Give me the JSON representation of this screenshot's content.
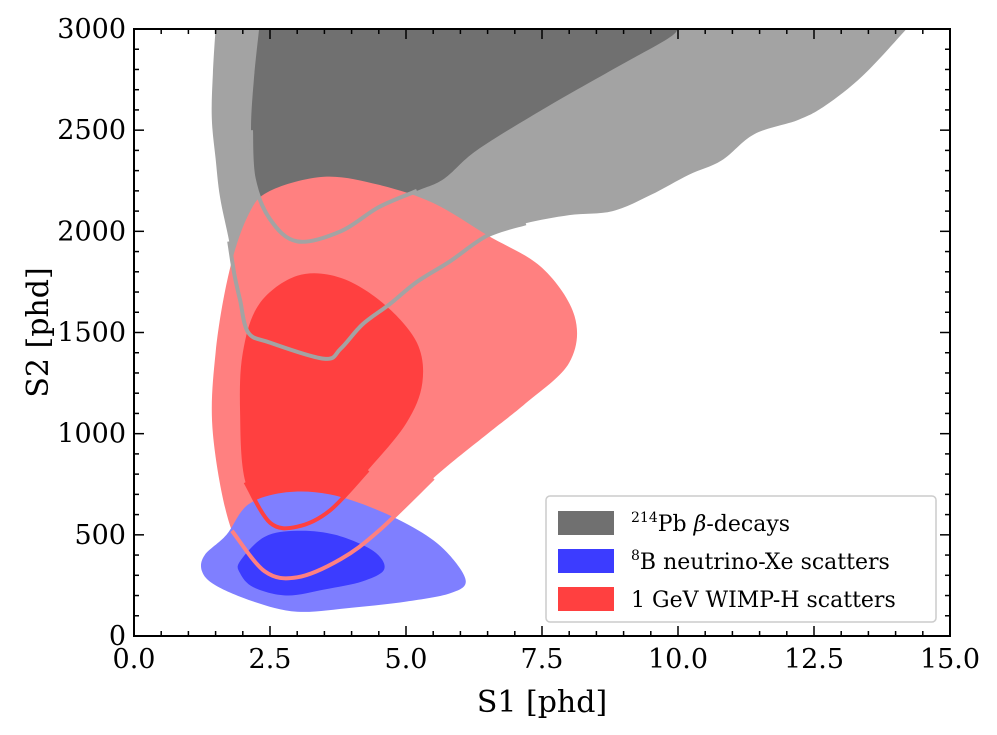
{
  "chart_data": {
    "type": "contour",
    "xlabel": "S1 [phd]",
    "ylabel": "S2 [phd]",
    "xlim": [
      0,
      15
    ],
    "ylim": [
      0,
      3000
    ],
    "x_ticks": [
      "0.0",
      "2.5",
      "5.0",
      "7.5",
      "10.0",
      "12.5",
      "15.0"
    ],
    "y_ticks": [
      "0",
      "500",
      "1000",
      "1500",
      "2000",
      "2500",
      "3000"
    ],
    "legend_position": "lower-right",
    "legend": [
      {
        "sup": "214",
        "main": "Pb ",
        "greek": "β",
        "rest": "-decays",
        "color": "#707070"
      },
      {
        "sup": "8",
        "main": "B neutrino-Xe scatters",
        "greek": "",
        "rest": "",
        "color": "#3c3cff"
      },
      {
        "sup": "",
        "main": "1 GeV WIMP-H scatters",
        "greek": "",
        "rest": "",
        "color": "#ff4040"
      }
    ],
    "series": [
      {
        "name": "214Pb β-decays",
        "color_inner": "#707070",
        "color_outer": "#a3a3a3",
        "outer_contour": [
          [
            1.5,
            3000
          ],
          [
            1.45,
            2780
          ],
          [
            1.43,
            2560
          ],
          [
            1.5,
            2360
          ],
          [
            1.58,
            2170
          ],
          [
            1.75,
            1950
          ],
          [
            1.85,
            1780
          ],
          [
            1.95,
            1660
          ],
          [
            2.1,
            1500
          ],
          [
            2.5,
            1450
          ],
          [
            3.5,
            1370
          ],
          [
            3.8,
            1420
          ],
          [
            4.2,
            1540
          ],
          [
            4.7,
            1640
          ],
          [
            5.2,
            1750
          ],
          [
            5.8,
            1850
          ],
          [
            6.5,
            1980
          ],
          [
            7.2,
            2040
          ],
          [
            8.0,
            2080
          ],
          [
            8.8,
            2100
          ],
          [
            9.5,
            2180
          ],
          [
            10.2,
            2280
          ],
          [
            10.8,
            2350
          ],
          [
            11.4,
            2480
          ],
          [
            12.2,
            2550
          ],
          [
            12.7,
            2620
          ],
          [
            13.4,
            2770
          ],
          [
            14.2,
            3000
          ]
        ],
        "inner_contour": [
          [
            2.3,
            3000
          ],
          [
            2.2,
            2740
          ],
          [
            2.15,
            2500
          ],
          [
            2.2,
            2260
          ],
          [
            2.5,
            2060
          ],
          [
            3.0,
            1950
          ],
          [
            3.8,
            2000
          ],
          [
            4.5,
            2120
          ],
          [
            5.2,
            2200
          ],
          [
            5.7,
            2260
          ],
          [
            6.3,
            2400
          ],
          [
            7.5,
            2600
          ],
          [
            8.8,
            2800
          ],
          [
            9.8,
            2950
          ],
          [
            10.0,
            3000
          ]
        ]
      },
      {
        "name": "1 GeV WIMP-H scatters",
        "color_inner": "#ff4040",
        "color_outer": "#ff8080",
        "outer_contour": [
          [
            2.5,
            2200
          ],
          [
            3.5,
            2270
          ],
          [
            4.5,
            2230
          ],
          [
            5.5,
            2140
          ],
          [
            6.5,
            1980
          ],
          [
            7.5,
            1820
          ],
          [
            8.1,
            1580
          ],
          [
            8.0,
            1350
          ],
          [
            7.2,
            1150
          ],
          [
            6.5,
            1000
          ],
          [
            5.5,
            780
          ],
          [
            4.5,
            520
          ],
          [
            3.8,
            380
          ],
          [
            3.0,
            290
          ],
          [
            2.4,
            320
          ],
          [
            1.8,
            520
          ],
          [
            1.45,
            1000
          ],
          [
            1.5,
            1400
          ],
          [
            1.75,
            1800
          ],
          [
            2.1,
            2080
          ]
        ],
        "inner_contour": [
          [
            3.0,
            1780
          ],
          [
            3.8,
            1770
          ],
          [
            4.6,
            1640
          ],
          [
            5.2,
            1450
          ],
          [
            5.3,
            1250
          ],
          [
            5.0,
            1050
          ],
          [
            4.3,
            820
          ],
          [
            3.6,
            620
          ],
          [
            3.0,
            540
          ],
          [
            2.5,
            560
          ],
          [
            2.05,
            760
          ],
          [
            1.95,
            1100
          ],
          [
            2.0,
            1400
          ],
          [
            2.3,
            1640
          ]
        ]
      },
      {
        "name": "8B neutrino-Xe scatters",
        "color_inner": "#3c3cff",
        "color_outer": "#7f7fff",
        "outer_contour": [
          [
            1.3,
            400
          ],
          [
            1.7,
            500
          ],
          [
            2.1,
            650
          ],
          [
            2.8,
            710
          ],
          [
            3.6,
            700
          ],
          [
            4.5,
            620
          ],
          [
            5.3,
            510
          ],
          [
            5.8,
            400
          ],
          [
            6.1,
            270
          ],
          [
            5.8,
            210
          ],
          [
            5.0,
            170
          ],
          [
            4.0,
            140
          ],
          [
            3.0,
            120
          ],
          [
            2.2,
            170
          ],
          [
            1.5,
            250
          ],
          [
            1.25,
            320
          ]
        ],
        "inner_contour": [
          [
            1.95,
            370
          ],
          [
            2.4,
            490
          ],
          [
            3.0,
            520
          ],
          [
            3.7,
            500
          ],
          [
            4.4,
            420
          ],
          [
            4.6,
            330
          ],
          [
            4.2,
            270
          ],
          [
            3.5,
            230
          ],
          [
            2.8,
            200
          ],
          [
            2.2,
            240
          ],
          [
            1.95,
            310
          ]
        ]
      }
    ]
  }
}
